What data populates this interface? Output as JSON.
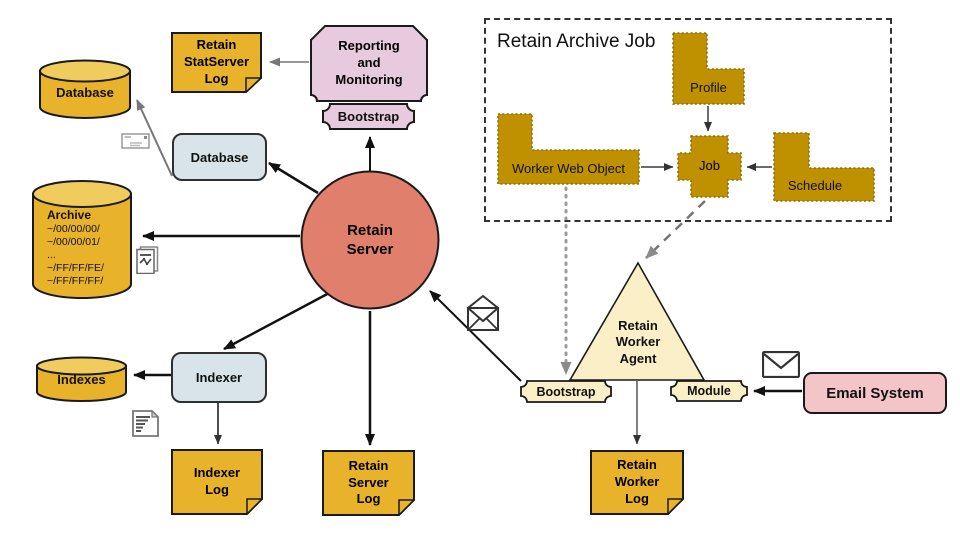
{
  "diagram": {
    "title": "Retain Archive Job",
    "nodes": {
      "database_cylinder": {
        "label": "Database"
      },
      "statserver_log": {
        "label": "Retain StatServer Log"
      },
      "reporting": {
        "label": "Reporting and Monitoring"
      },
      "reporting_bootstrap": {
        "label": "Bootstrap"
      },
      "database_component": {
        "label": "Database"
      },
      "archive": {
        "label": "Archive",
        "paths": [
          "~/00/00/00/",
          "~/00/00/01/",
          "...",
          "~/FF/FF/FE/",
          "~/FF/FF/FF/"
        ]
      },
      "retain_server": {
        "label": "Retain Server"
      },
      "profile": {
        "label": "Profile"
      },
      "worker_web_object": {
        "label": "Worker Web Object"
      },
      "job": {
        "label": "Job"
      },
      "schedule": {
        "label": "Schedule"
      },
      "worker_agent": {
        "label": "Retain Worker Agent"
      },
      "worker_bootstrap": {
        "label": "Bootstrap"
      },
      "worker_module": {
        "label": "Module"
      },
      "email_system": {
        "label": "Email System"
      },
      "indexes": {
        "label": "Indexes"
      },
      "indexer": {
        "label": "Indexer"
      },
      "indexer_log": {
        "label": "Indexer Log"
      },
      "server_log": {
        "label": "Retain Server Log"
      },
      "worker_log": {
        "label": "Retain Worker Log"
      }
    },
    "icons": {
      "letter": "letter-icon",
      "report_chart": "report-chart-icon",
      "list_document": "list-document-icon",
      "open_envelope": "open-envelope-icon",
      "closed_envelope": "envelope-icon"
    },
    "colors": {
      "gold": "#E8B22B",
      "gold_light": "#F0CB5E",
      "dark_gold": "#BF9000",
      "salmon": "#DF7F6C",
      "pink_lavender": "#E7CADD",
      "pink": "#F3C5C9",
      "light_blue": "#D8E4E9",
      "cream": "#FBEFC7"
    }
  }
}
